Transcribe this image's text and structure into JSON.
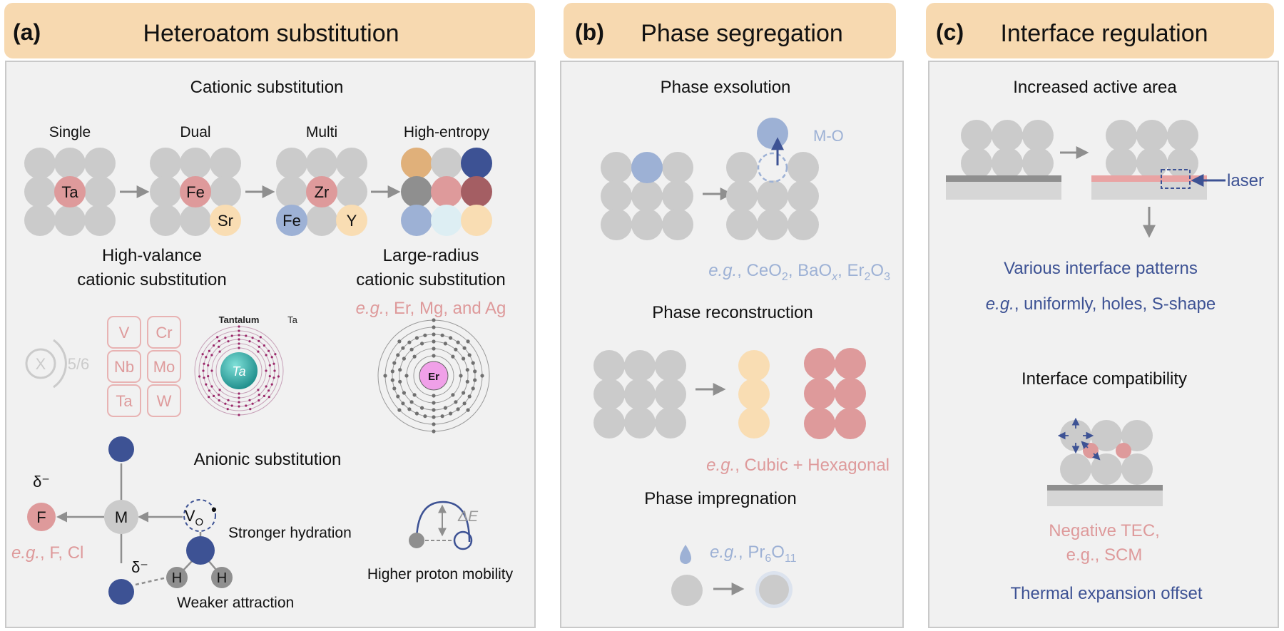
{
  "colors": {
    "header_bg": "#F7D9B0",
    "panel_bg": "#F1F1F1",
    "atom_gray": "#CBCBCB",
    "pink": "#DE9A9B",
    "blue_light": "#9DB1D5",
    "yellow": "#F9DDB3",
    "navy": "#3D5294",
    "dark_gray": "#8F8F8F",
    "tan": "#E0B07A",
    "wine": "#A45E63",
    "pale_cyan": "#DDEEF3"
  },
  "panel_a": {
    "label": "(a)",
    "title": "Heteroatom substitution",
    "cationic_title": "Cationic substitution",
    "col_single": "Single",
    "col_dual": "Dual",
    "col_multi": "Multi",
    "col_high_entropy": "High-entropy",
    "atom_ta": "Ta",
    "atom_fe": "Fe",
    "atom_sr": "Sr",
    "atom_zr": "Zr",
    "atom_fe2": "Fe",
    "atom_y": "Y",
    "high_valance_line1": "High-valance",
    "high_valance_line2": "cationic substitution",
    "large_radius_line1": "Large-radius",
    "large_radius_line2": "cationic substitution",
    "large_radius_eg_prefix": "e.g.",
    "large_radius_eg_rest": ", Er, Mg, and Ag",
    "x_symbol": "X",
    "x_fraction": "5/6",
    "elements": [
      "V",
      "Cr",
      "Nb",
      "Mo",
      "Ta",
      "W"
    ],
    "tantalum_name": "Tantalum",
    "tantalum_symbol": "Ta",
    "tantalum_core": "Ta",
    "er_core": "Er",
    "anionic_title": "Anionic substitution",
    "delta_minus": "δ⁻",
    "atom_f": "F",
    "atom_m": "M",
    "vo_v": "V",
    "vo_sub": "O",
    "vo_dot": "•",
    "atom_h": "H",
    "anion_eg_prefix": "e.g.",
    "anion_eg_rest": ", F, Cl",
    "stronger_hydration": "Stronger hydration",
    "weaker_attraction": "Weaker attraction",
    "delta_e": "ΔE",
    "higher_proton_mobility": "Higher proton mobility"
  },
  "panel_b": {
    "label": "(b)",
    "title": "Phase segregation",
    "exsolution_title": "Phase exsolution",
    "mo_label": "M-O",
    "exsolution_eg_prefix": "e.g.",
    "exsolution_eg_ceo": ", CeO",
    "exsolution_eg_ceo_sub": "2",
    "exsolution_eg_bao": ", BaO",
    "exsolution_eg_bao_sub": "x",
    "exsolution_eg_ero": ", Er",
    "exsolution_eg_ero_sub1": "2",
    "exsolution_eg_ero_o": "O",
    "exsolution_eg_ero_sub2": "3",
    "reconstruction_title": "Phase reconstruction",
    "reconstruction_eg_prefix": "e.g.",
    "reconstruction_eg_rest": ", Cubic + Hexagonal",
    "impregnation_title": "Phase impregnation",
    "impregnation_eg_prefix": "e.g.",
    "impregnation_eg_pr": ", Pr",
    "impregnation_eg_sub1": "6",
    "impregnation_eg_o": "O",
    "impregnation_eg_sub2": "11"
  },
  "panel_c": {
    "label": "(c)",
    "title": "Interface regulation",
    "active_area_title": "Increased active area",
    "laser_label": "laser",
    "patterns_title": "Various interface patterns",
    "patterns_eg_prefix": "e.g.",
    "patterns_eg_rest": ", uniformly, holes, S-shape",
    "compatibility_title": "Interface compatibility",
    "negative_tec": "Negative TEC,",
    "scm": "e.g., SCM",
    "thermal_offset": "Thermal expansion offset"
  }
}
